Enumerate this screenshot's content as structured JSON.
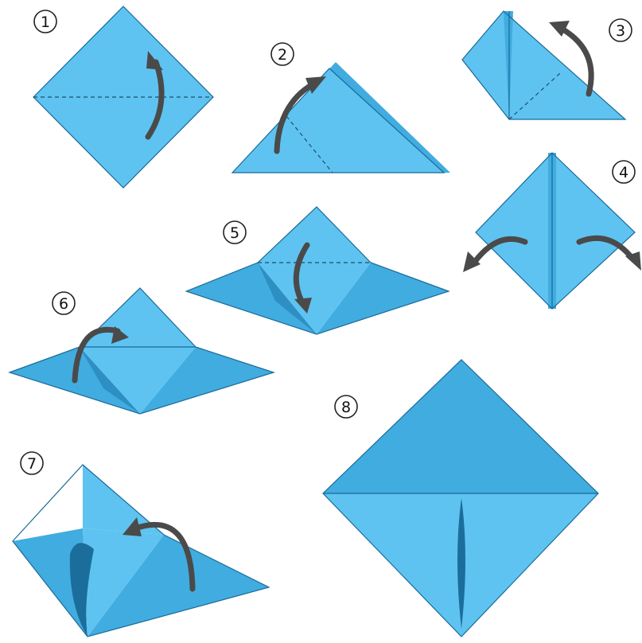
{
  "steps": [
    {
      "label": "1"
    },
    {
      "label": "2"
    },
    {
      "label": "3"
    },
    {
      "label": "4"
    },
    {
      "label": "5"
    },
    {
      "label": "6"
    },
    {
      "label": "7"
    },
    {
      "label": "8"
    }
  ],
  "colors": {
    "paper_light": "#5ec3f1",
    "paper_mid": "#41acdf",
    "paper_dark": "#2d8fc2",
    "paper_deep": "#1b6e9c",
    "arrow": "#4a4a4a",
    "background": "#ffffff"
  }
}
